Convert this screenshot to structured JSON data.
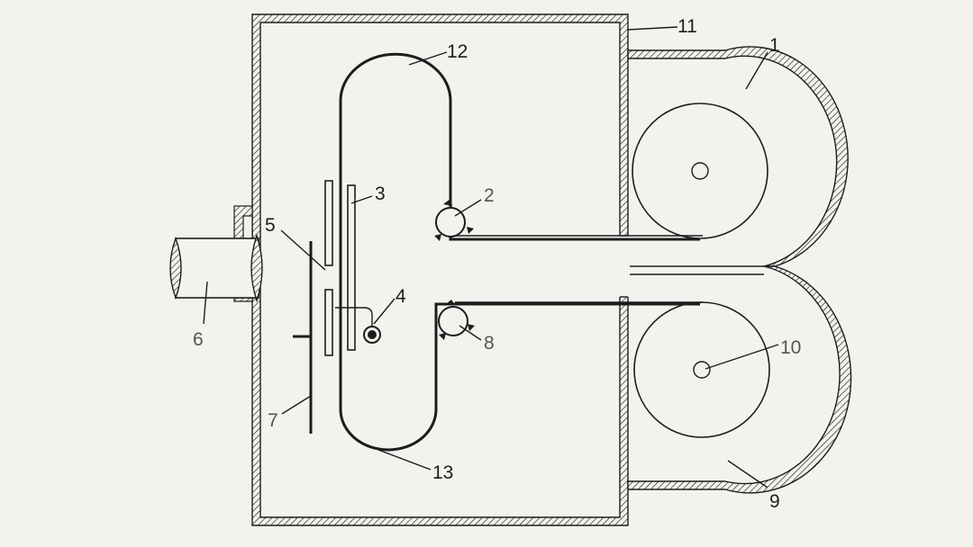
{
  "diagram": {
    "labels": {
      "l1": "1",
      "l2": "2",
      "l3": "3",
      "l4": "4",
      "l5": "5",
      "l6": "6",
      "l7": "7",
      "l8": "8",
      "l9": "9",
      "l10": "10",
      "l11": "11",
      "l12": "12",
      "l13": "13"
    },
    "colors": {
      "ink": "#1d1d1d",
      "paper": "#f3f2ee",
      "label_gray": "#555555"
    }
  }
}
